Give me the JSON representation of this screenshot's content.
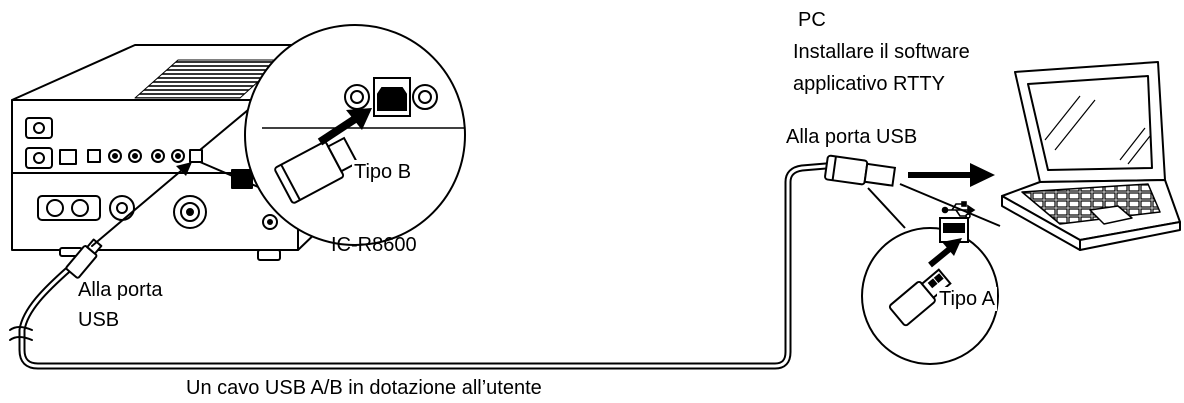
{
  "labels": {
    "pc": "PC",
    "software_line1": "Installare il software",
    "software_line2": "applicativo RTTY",
    "usb_port_pc": "Alla porta USB",
    "tipo_b": "Tipo B",
    "tipo_a": "Tipo A",
    "model": "IC-R8600",
    "usb_port_radio_line1": "Alla porta",
    "usb_port_radio_line2": "USB",
    "cable": "Un cavo USB A/B in dotazione all’utente"
  },
  "icons": {
    "usb_symbol": "usb-icon"
  }
}
